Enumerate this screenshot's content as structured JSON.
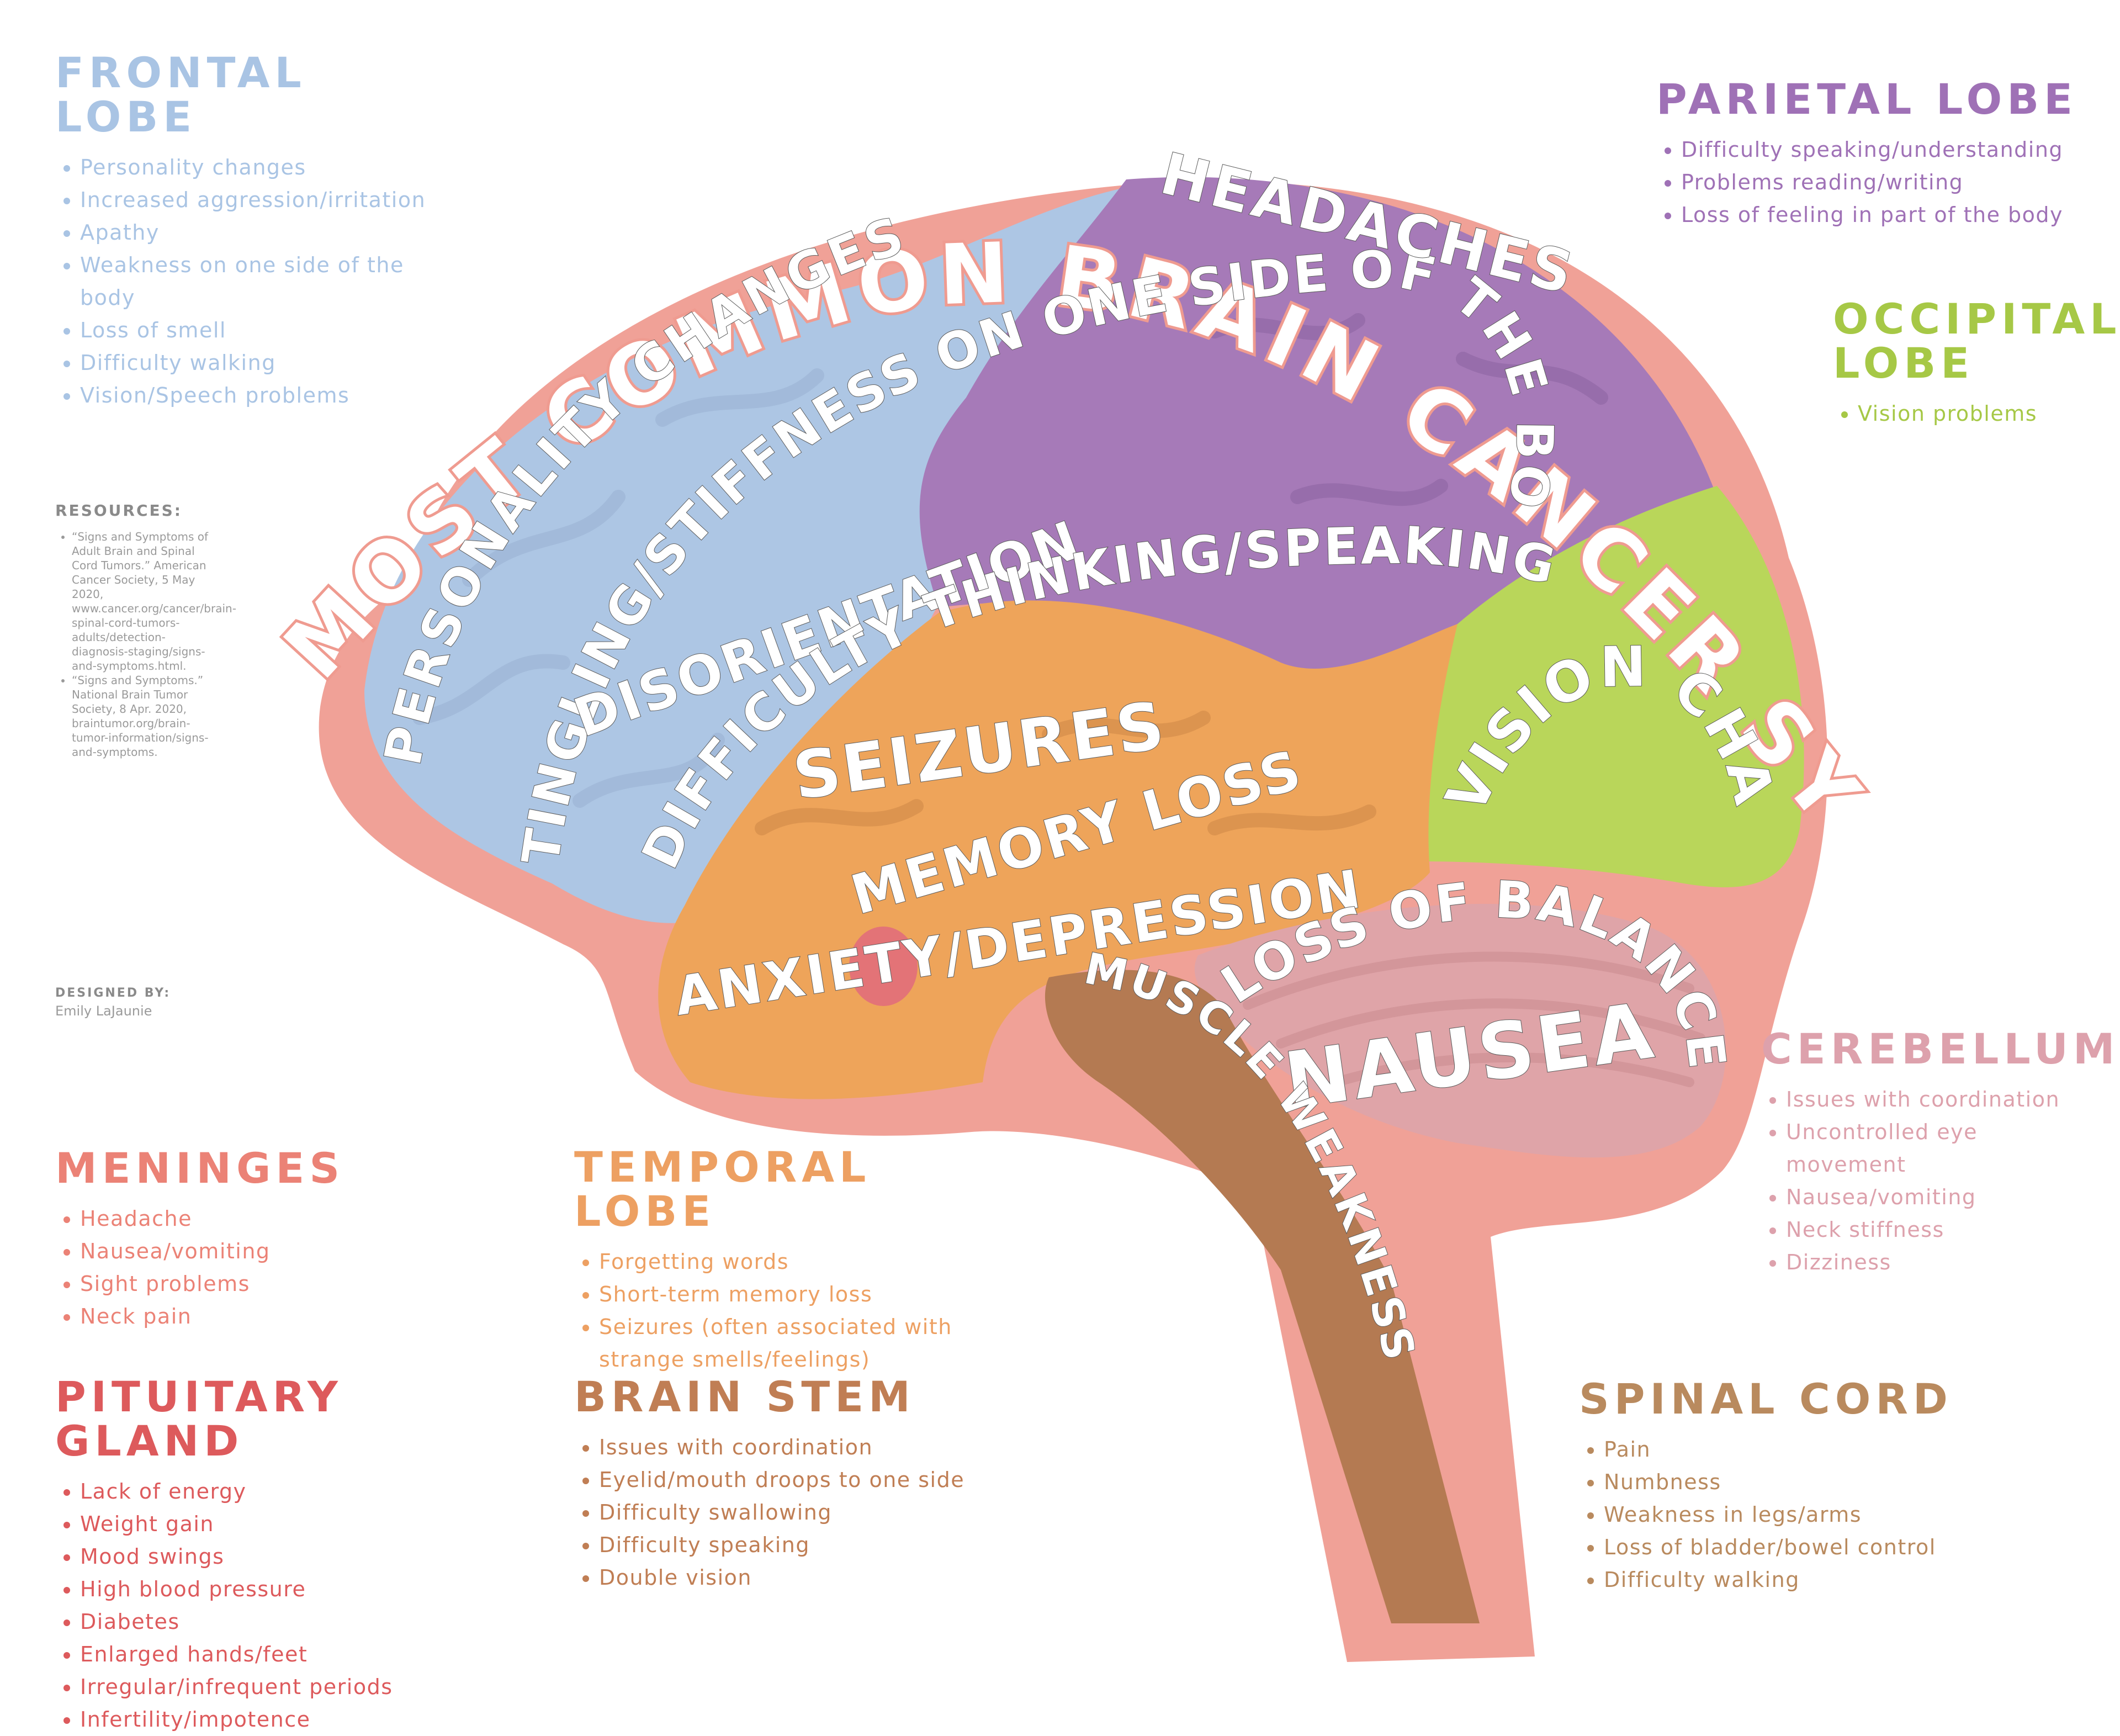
{
  "title": "MOST COMMON BRAIN CANCER SYMPTOMS",
  "colors": {
    "title": "#ef9b90",
    "outline": "#f0a197",
    "frontal": "#adc6e4",
    "parietal": "#a67ab8",
    "occipital": "#b9d65a",
    "temporal": "#eea45a",
    "cerebellum": "#dfa4a8",
    "brain_stem": "#b47a52",
    "pituitary": "#e37377",
    "meninges_text": "#eb8276",
    "pituitary_text": "#dd5a5c",
    "brainstem_text": "#c07e54",
    "spinal_text": "#b98a5e",
    "cerebellum_text": "#dda1ac",
    "frontal_text": "#a9c4e4",
    "parietal_text": "#9f71b6",
    "occipital_text": "#a6c846",
    "temporal_text": "#eda062"
  },
  "symptoms": {
    "personality": "PERSONALITY CHANGES",
    "tingling": "TINGLING/STIFFNESS ON ONE SIDE OF THE BODY",
    "headaches": "HEADACHES",
    "disorientation": "DISORIENTATION",
    "thinking": "DIFFICULTY THINKING/SPEAKING",
    "seizures": "SEIZURES",
    "memory": "MEMORY LOSS",
    "anxiety": "ANXIETY/DEPRESSION",
    "vision": "VISION CHANGES",
    "balance": "LOSS OF BALANCE",
    "nausea": "NAUSEA",
    "muscle": "MUSCLE WEAKNESS"
  },
  "sections": {
    "frontal": {
      "title": "FRONTAL LOBE",
      "items": [
        "Personality changes",
        "Increased aggression/irritation",
        "Apathy",
        "Weakness on one side of the body",
        "Loss of smell",
        "Difficulty walking",
        "Vision/Speech problems"
      ]
    },
    "parietal": {
      "title": "PARIETAL LOBE",
      "items": [
        "Difficulty speaking/understanding",
        "Problems reading/writing",
        "Loss of feeling in part of the body"
      ]
    },
    "occipital": {
      "title": "OCCIPITAL LOBE",
      "items": [
        "Vision problems"
      ]
    },
    "cerebellum": {
      "title": "CEREBELLUM",
      "items": [
        "Issues with coordination",
        "Uncontrolled eye movement",
        "Nausea/vomiting",
        "Neck stiffness",
        "Dizziness"
      ]
    },
    "meninges": {
      "title": "MENINGES",
      "items": [
        "Headache",
        "Nausea/vomiting",
        "Sight problems",
        "Neck pain"
      ]
    },
    "temporal": {
      "title": "TEMPORAL LOBE",
      "items": [
        "Forgetting words",
        "Short-term memory loss",
        "Seizures (often associated with strange smells/feelings)"
      ]
    },
    "pituitary": {
      "title": "PITUITARY GLAND",
      "items": [
        "Lack of energy",
        "Weight gain",
        "Mood swings",
        "High blood pressure",
        "Diabetes",
        "Enlarged hands/feet",
        "Irregular/infrequent periods",
        "Infertility/impotence"
      ]
    },
    "brain_stem": {
      "title": "BRAIN STEM",
      "items": [
        "Issues with coordination",
        "Eyelid/mouth droops to one side",
        "Difficulty swallowing",
        "Difficulty speaking",
        "Double vision"
      ]
    },
    "spinal_cord": {
      "title": "SPINAL CORD",
      "items": [
        "Pain",
        "Numbness",
        "Weakness in legs/arms",
        "Loss of bladder/bowel control",
        "Difficulty walking"
      ]
    }
  },
  "resources": {
    "title": "RESOURCES:",
    "items": [
      "“Signs and Symptoms of Adult Brain and Spinal Cord Tumors.” American Cancer Society, 5 May 2020, www.cancer.org/cancer/brain-spinal-cord-tumors-adults/detection-diagnosis-staging/signs-and-symptoms.html.",
      "“Signs and Symptoms.” National Brain Tumor Society, 8 Apr. 2020, braintumor.org/brain-tumor-information/signs-and-symptoms."
    ]
  },
  "credit": {
    "title": "DESIGNED BY:",
    "name": "Emily LaJaunie"
  }
}
